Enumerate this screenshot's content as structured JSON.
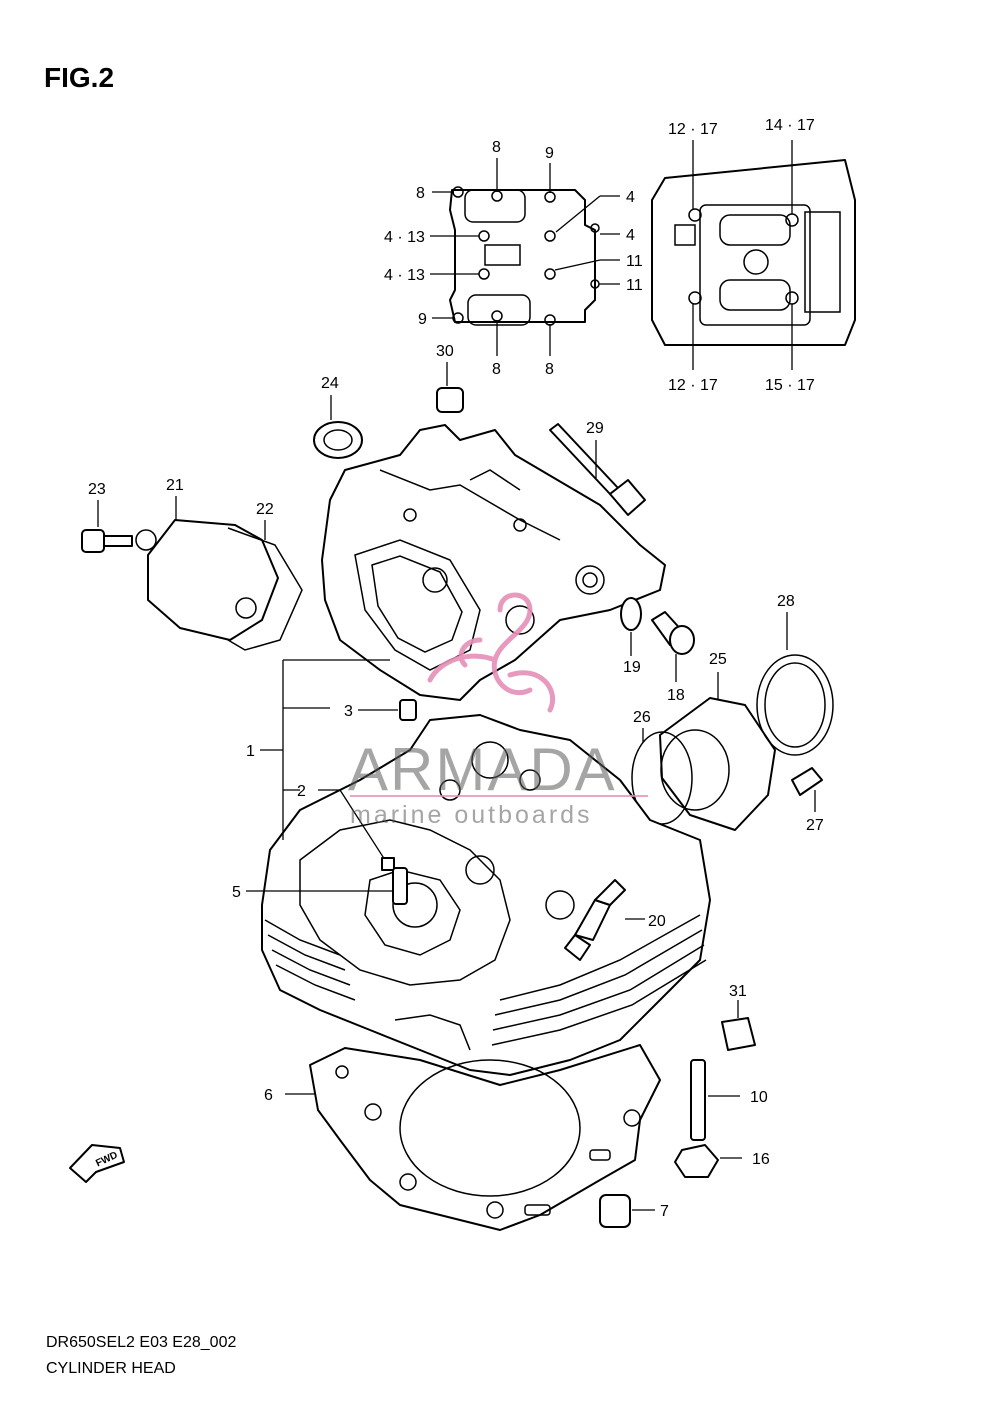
{
  "figure": {
    "title": "FIG.2",
    "model_code": "DR650SEL2 E03 E28_002",
    "name": "CYLINDER HEAD"
  },
  "watermark": {
    "brand": "ARMADA",
    "tagline": "marine outboards",
    "accent_color": "#e58fb7"
  },
  "callouts": [
    {
      "id": "c1",
      "label": "1"
    },
    {
      "id": "c2",
      "label": "2"
    },
    {
      "id": "c3",
      "label": "3"
    },
    {
      "id": "c5",
      "label": "5"
    },
    {
      "id": "c6",
      "label": "6"
    },
    {
      "id": "c7",
      "label": "7"
    },
    {
      "id": "c10",
      "label": "10"
    },
    {
      "id": "c16",
      "label": "16"
    },
    {
      "id": "c18",
      "label": "18"
    },
    {
      "id": "c19",
      "label": "19"
    },
    {
      "id": "c20",
      "label": "20"
    },
    {
      "id": "c21",
      "label": "21"
    },
    {
      "id": "c22",
      "label": "22"
    },
    {
      "id": "c23",
      "label": "23"
    },
    {
      "id": "c24",
      "label": "24"
    },
    {
      "id": "c25",
      "label": "25"
    },
    {
      "id": "c26",
      "label": "26"
    },
    {
      "id": "c27",
      "label": "27"
    },
    {
      "id": "c28",
      "label": "28"
    },
    {
      "id": "c29",
      "label": "29"
    },
    {
      "id": "c30",
      "label": "30"
    },
    {
      "id": "c31",
      "label": "31"
    },
    {
      "id": "s8a",
      "label": "8"
    },
    {
      "id": "s8b",
      "label": "8"
    },
    {
      "id": "s8c",
      "label": "8"
    },
    {
      "id": "s8d",
      "label": "8"
    },
    {
      "id": "s9a",
      "label": "9"
    },
    {
      "id": "s9b",
      "label": "9"
    },
    {
      "id": "s4a",
      "label": "4"
    },
    {
      "id": "s4b",
      "label": "4"
    },
    {
      "id": "s413a",
      "label": "4 · 13"
    },
    {
      "id": "s413b",
      "label": "4 · 13"
    },
    {
      "id": "s11a",
      "label": "11"
    },
    {
      "id": "s11b",
      "label": "11"
    },
    {
      "id": "s1217a",
      "label": "12 · 17"
    },
    {
      "id": "s1217b",
      "label": "12 · 17"
    },
    {
      "id": "s1417",
      "label": "14 · 17"
    },
    {
      "id": "s1517",
      "label": "15 · 17"
    }
  ],
  "fwd_label": "FWD"
}
